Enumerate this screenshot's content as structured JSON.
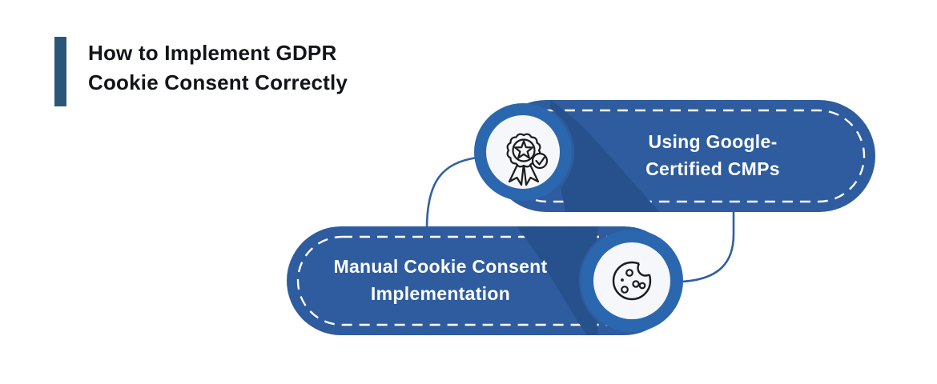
{
  "header": {
    "title_line1": "How to Implement GDPR",
    "title_line2": "Cookie Consent Correctly"
  },
  "nodes": [
    {
      "id": "using-google-certified-cmps",
      "label_line1": "Using Google-",
      "label_line2": "Certified CMPs",
      "icon": "certified-badge-icon",
      "icon_position": "left"
    },
    {
      "id": "manual-cookie-consent-implementation",
      "label_line1": "Manual Cookie Consent",
      "label_line2": "Implementation",
      "icon": "cookie-icon",
      "icon_position": "right"
    }
  ],
  "colors": {
    "background": "#FFFFFF",
    "accent_bar": "#2C5677",
    "title_text": "#121418",
    "pill_body": "#2E5C9F",
    "pill_shade": "#27518C",
    "circle_ring": "#2B67AE",
    "circle_fill": "#F5F7FB",
    "dashed_border": "#FFFFFF",
    "connector": "#2E61A1",
    "icon_stroke": "#1C1C1E",
    "label_text": "#FFFFFF"
  }
}
